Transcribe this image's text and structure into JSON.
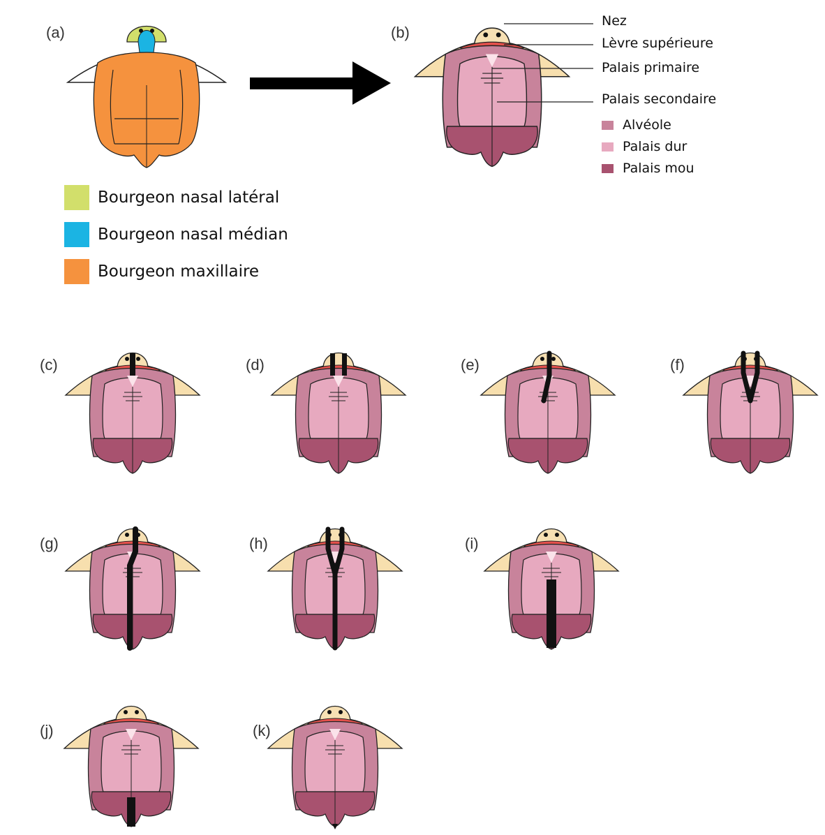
{
  "panels": {
    "a": "(a)",
    "b": "(b)",
    "c": "(c)",
    "d": "(d)",
    "e": "(e)",
    "f": "(f)",
    "g": "(g)",
    "h": "(h)",
    "i": "(i)",
    "j": "(j)",
    "k": "(k)"
  },
  "annotations": {
    "nez": "Nez",
    "levre": "Lèvre supérieure",
    "palais_primaire": "Palais primaire",
    "palais_secondaire": "Palais secondaire"
  },
  "legend_tissue": [
    {
      "label": "Alvéole",
      "color": "#c8839b"
    },
    {
      "label": "Palais dur",
      "color": "#e7a9bf"
    },
    {
      "label": "Palais mou",
      "color": "#a8526f"
    }
  ],
  "legend_buds": [
    {
      "label": "Bourgeon nasal latéral",
      "color": "#d2df6b"
    },
    {
      "label": "Bourgeon nasal médian",
      "color": "#1bb4e3"
    },
    {
      "label": "Bourgeon maxillaire",
      "color": "#f5923e"
    }
  ],
  "colors": {
    "nose": "#f7e0b3",
    "lip": "#e5514c",
    "shelf": "#f7dfae",
    "alveole": "#c8839b",
    "palais_dur": "#e7a9bf",
    "palais_mou": "#a8526f",
    "cleft": "#111111",
    "arrow": "#000000"
  }
}
